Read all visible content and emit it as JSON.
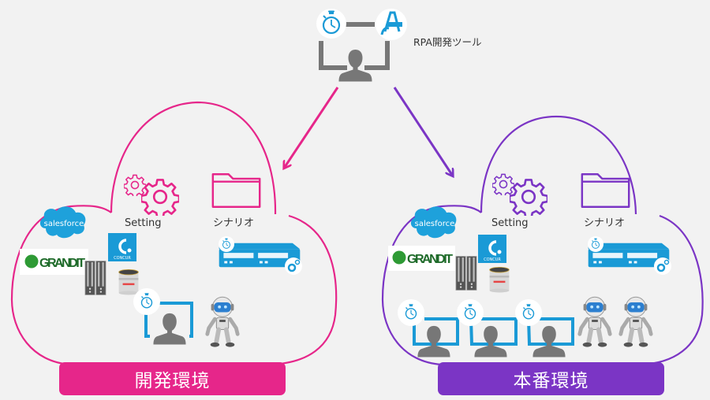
{
  "tool": {
    "label": "RPA開発ツール",
    "icons": [
      "stopwatch-icon",
      "design-tool-icon"
    ],
    "person": "developer-icon"
  },
  "colors": {
    "dev": "#e6268a",
    "prod": "#7b35c5",
    "blue": "#1a9ad6",
    "person_gray": "#777777",
    "background": "#f2f2f2"
  },
  "environments": [
    {
      "id": "dev",
      "label": "開発環境",
      "setting_label": "Setting",
      "scenario_label": "シナリオ",
      "apps": [
        "salesforce",
        "GRANDIT",
        "CONCUR",
        "server",
        "oracle-db"
      ],
      "salesforce_text": "salesforce",
      "grandit_text": "GRANDIT",
      "concur_text": "CONCUR",
      "workstations": 1,
      "robots": 1
    },
    {
      "id": "prod",
      "label": "本番環境",
      "setting_label": "Setting",
      "scenario_label": "シナリオ",
      "apps": [
        "salesforce",
        "GRANDIT",
        "CONCUR",
        "server",
        "oracle-db"
      ],
      "salesforce_text": "salesforce",
      "grandit_text": "GRANDIT",
      "concur_text": "CONCUR",
      "workstations": 3,
      "robots": 2
    }
  ]
}
